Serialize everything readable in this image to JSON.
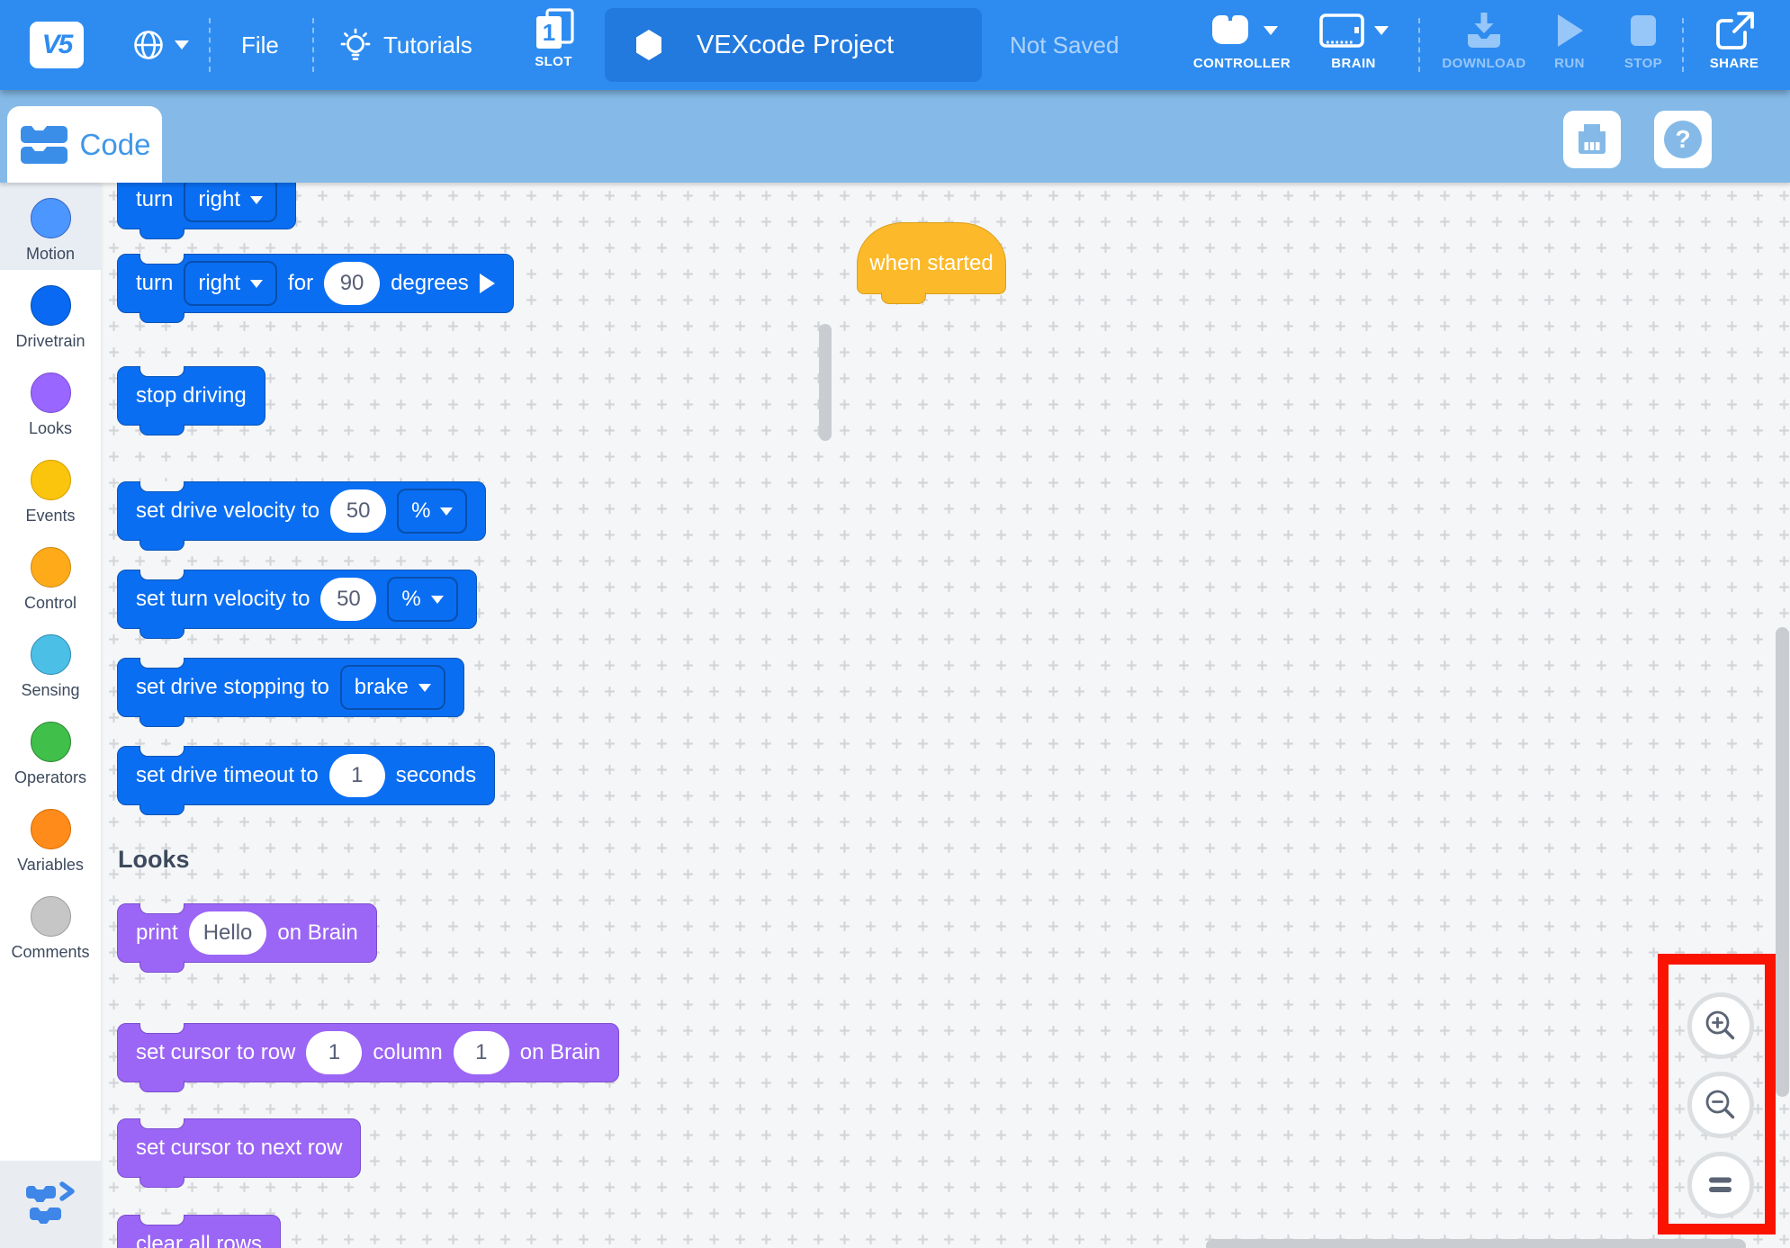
{
  "colors": {
    "toolbar_blue": "#2E8CF0",
    "subbar_blue": "#85BAE8",
    "project_pill_blue": "#2279DE",
    "motion_block_fill": "#0A6EF2",
    "motion_block_border": "#0A55B8",
    "looks_block_fill": "#9B66F5",
    "looks_block_border": "#7B4ED1",
    "hat_fill": "#FCB929",
    "hat_border": "#D9A01E",
    "highlight_red": "#FA1400"
  },
  "topbar": {
    "logo_text": "V5",
    "file_label": "File",
    "tutorials_label": "Tutorials",
    "slot_label": "SLOT",
    "slot_number": "1",
    "project_name": "VEXcode Project",
    "save_status": "Not Saved",
    "controller_label": "CONTROLLER",
    "brain_label": "BRAIN",
    "download_label": "DOWNLOAD",
    "run_label": "RUN",
    "stop_label": "STOP",
    "share_label": "SHARE"
  },
  "subbar": {
    "tab_label": "Code"
  },
  "sidebar": {
    "categories": [
      {
        "label": "Motion",
        "color": "#4C97FF",
        "border": "#3567C4",
        "selected": true
      },
      {
        "label": "Drivetrain",
        "color": "#0A69F2",
        "border": "#0550B5",
        "selected": false
      },
      {
        "label": "Looks",
        "color": "#9966FF",
        "border": "#7B4FD6",
        "selected": false
      },
      {
        "label": "Events",
        "color": "#FBC50D",
        "border": "#D79E00",
        "selected": false
      },
      {
        "label": "Control",
        "color": "#FFAB19",
        "border": "#CF8B17",
        "selected": false
      },
      {
        "label": "Sensing",
        "color": "#4CBFE6",
        "border": "#2E8EB8",
        "selected": false
      },
      {
        "label": "Operators",
        "color": "#40BF4A",
        "border": "#2E8934",
        "selected": false
      },
      {
        "label": "Variables",
        "color": "#FF8C1A",
        "border": "#DB6E00",
        "selected": false
      },
      {
        "label": "Comments",
        "color": "#C6C6C6",
        "border": "#9E9E9E",
        "selected": false
      }
    ]
  },
  "palette": {
    "section_header": "Looks",
    "motion_blocks": [
      {
        "name": "turn",
        "parts": [
          [
            "text",
            "turn"
          ],
          [
            "dropdown",
            "right"
          ]
        ]
      },
      {
        "name": "turn-for",
        "parts": [
          [
            "text",
            "turn"
          ],
          [
            "dropdown",
            "right"
          ],
          [
            "text",
            "for"
          ],
          [
            "input",
            "90"
          ],
          [
            "text",
            "degrees"
          ],
          [
            "play",
            ""
          ]
        ]
      },
      {
        "name": "stop-driving",
        "parts": [
          [
            "text",
            "stop driving"
          ]
        ]
      },
      {
        "name": "set-drive-velocity",
        "parts": [
          [
            "text",
            "set drive velocity to"
          ],
          [
            "input",
            "50"
          ],
          [
            "dropdown",
            "%"
          ]
        ]
      },
      {
        "name": "set-turn-velocity",
        "parts": [
          [
            "text",
            "set turn velocity to"
          ],
          [
            "input",
            "50"
          ],
          [
            "dropdown",
            "%"
          ]
        ]
      },
      {
        "name": "set-drive-stopping",
        "parts": [
          [
            "text",
            "set drive stopping to"
          ],
          [
            "dropdown",
            "brake"
          ]
        ]
      },
      {
        "name": "set-drive-timeout",
        "parts": [
          [
            "text",
            "set drive timeout to"
          ],
          [
            "input",
            "1"
          ],
          [
            "text",
            "seconds"
          ]
        ]
      }
    ],
    "looks_blocks": [
      {
        "name": "print-on-brain",
        "parts": [
          [
            "text",
            "print"
          ],
          [
            "input",
            "Hello"
          ],
          [
            "text",
            "on Brain"
          ]
        ]
      },
      {
        "name": "set-cursor-row-col",
        "parts": [
          [
            "text",
            "set cursor to row"
          ],
          [
            "input",
            "1"
          ],
          [
            "text",
            "column"
          ],
          [
            "input",
            "1"
          ],
          [
            "text",
            "on Brain"
          ]
        ]
      },
      {
        "name": "set-cursor-next-row",
        "parts": [
          [
            "text",
            "set cursor to next row"
          ]
        ]
      },
      {
        "name": "clear-all-rows",
        "parts": [
          [
            "text",
            "clear all rows"
          ]
        ]
      }
    ]
  },
  "canvas": {
    "hat_label": "when started"
  }
}
